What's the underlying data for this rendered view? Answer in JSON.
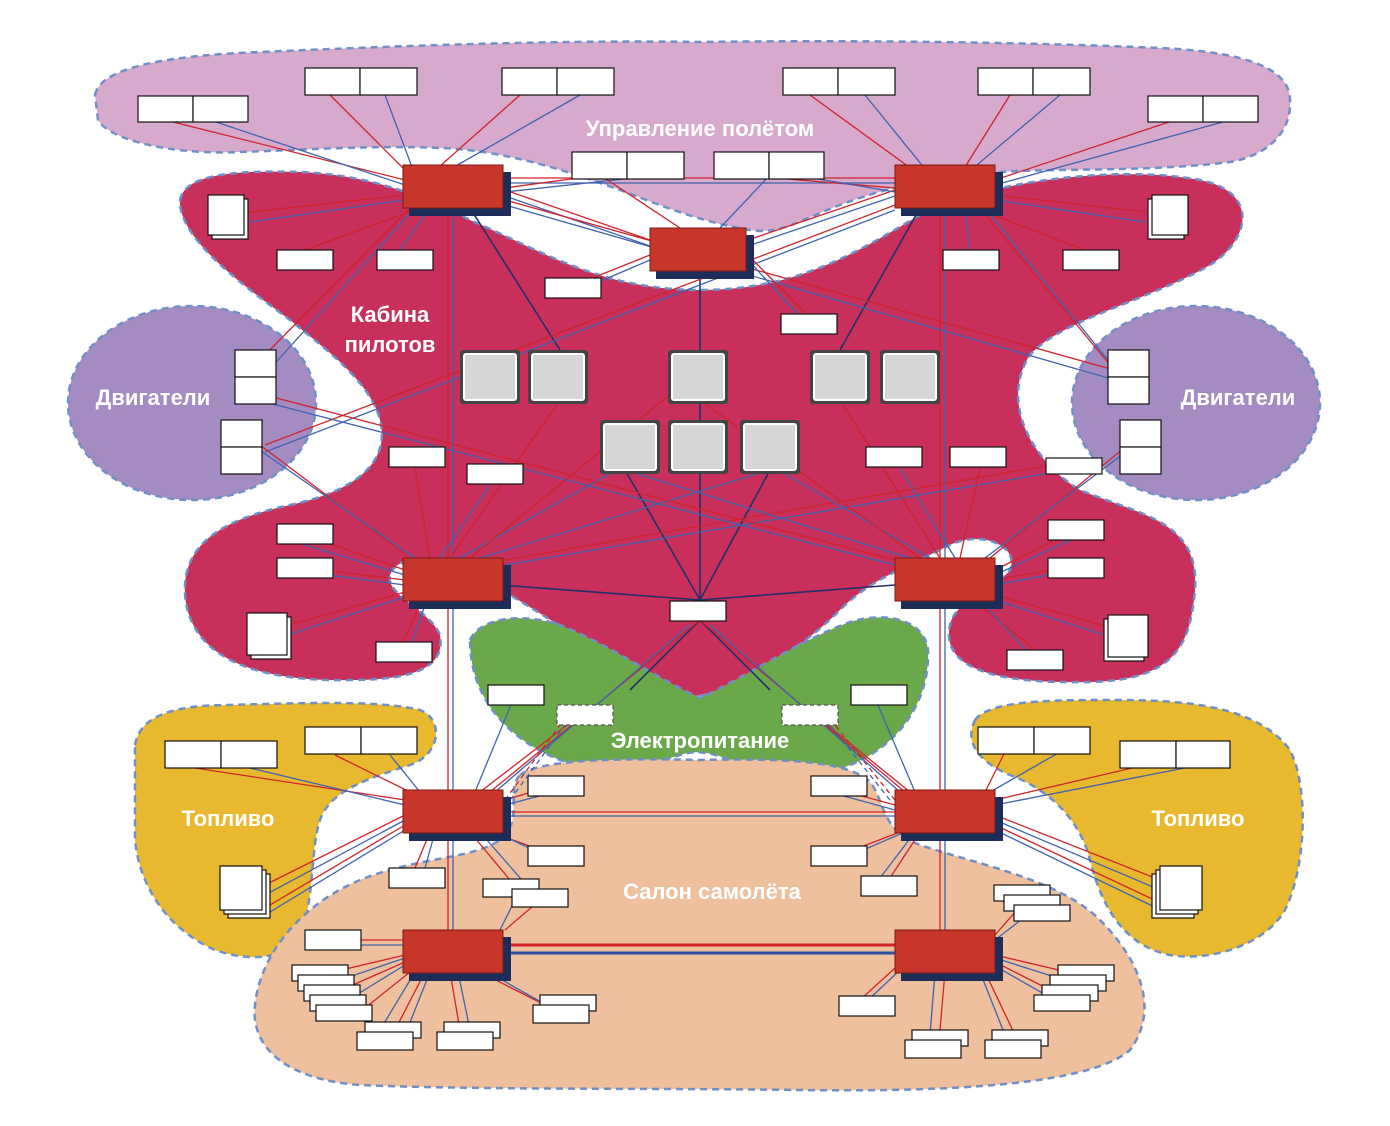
{
  "zones": {
    "flight_control": {
      "label": "Управление полётом",
      "color": "#d7a9cc"
    },
    "cockpit": {
      "label_line1": "Кабина",
      "label_line2": "пилотов",
      "color": "#c82f5a"
    },
    "engines_left": {
      "label": "Двигатели",
      "color": "#a48cc2"
    },
    "engines_right": {
      "label": "Двигатели",
      "color": "#a48cc2"
    },
    "power": {
      "label": "Электропитание",
      "color": "#6aa84a"
    },
    "fuel_left": {
      "label": "Топливо",
      "color": "#e8b92e"
    },
    "fuel_right": {
      "label": "Топливо",
      "color": "#e8b92e"
    },
    "cabin": {
      "label": "Салон самолёта",
      "color": "#efc09e"
    }
  }
}
